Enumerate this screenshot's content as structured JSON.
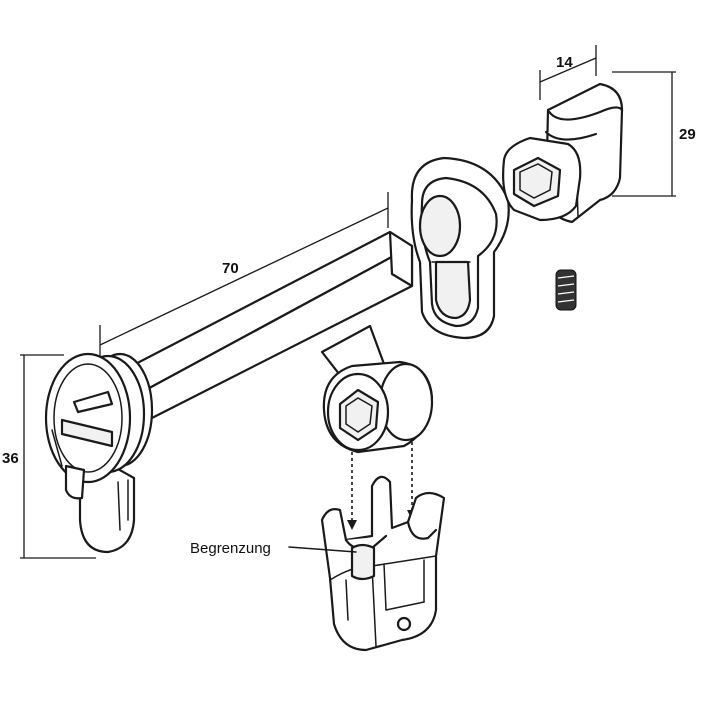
{
  "dimensions": {
    "length": "70",
    "height_cylinder": "36",
    "height_knob": "29",
    "width_knob": "14"
  },
  "annotations": {
    "limiter": "Begrenzung"
  }
}
